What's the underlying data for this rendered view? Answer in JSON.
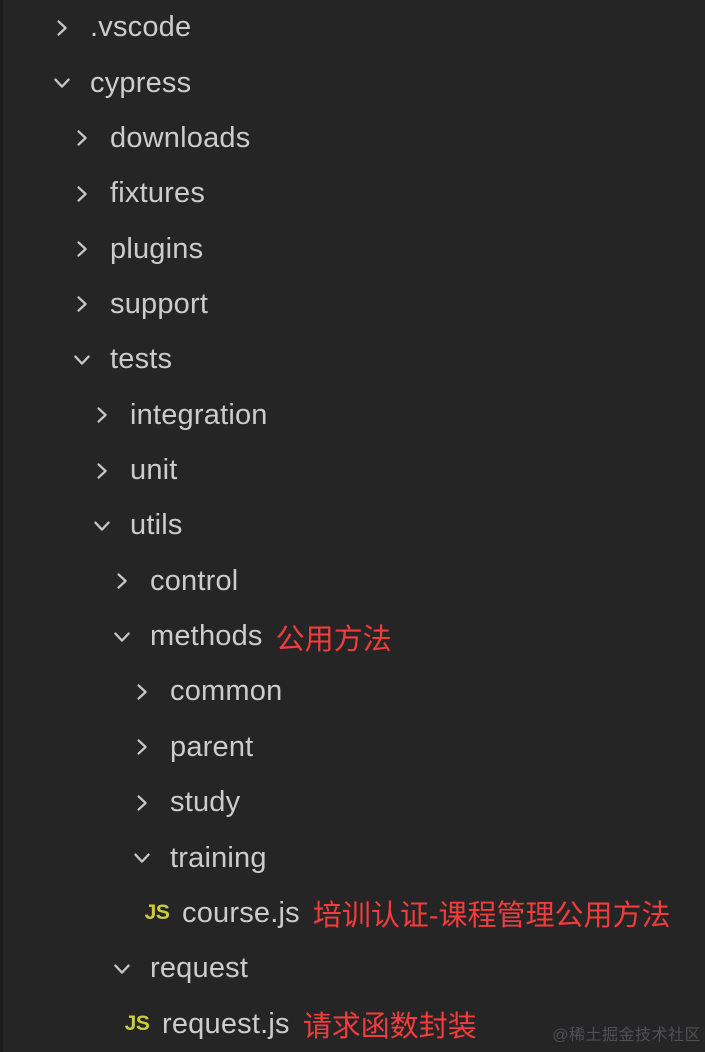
{
  "colors": {
    "background": "#252526",
    "edge_strip": "#1b1b1c",
    "item_text": "#cccccc",
    "chevron": "#c7c7c7",
    "annotation_red": "#f43c3c",
    "js_icon_yellow": "#cbcb41",
    "watermark": "#505156"
  },
  "icons": {
    "js_badge": "JS"
  },
  "tree": {
    "items": [
      {
        "label": ".vscode",
        "level": 0,
        "type": "folder",
        "expanded": false
      },
      {
        "label": "cypress",
        "level": 0,
        "type": "folder",
        "expanded": true
      },
      {
        "label": "downloads",
        "level": 1,
        "type": "folder",
        "expanded": false
      },
      {
        "label": "fixtures",
        "level": 1,
        "type": "folder",
        "expanded": false
      },
      {
        "label": "plugins",
        "level": 1,
        "type": "folder",
        "expanded": false
      },
      {
        "label": "support",
        "level": 1,
        "type": "folder",
        "expanded": false
      },
      {
        "label": "tests",
        "level": 1,
        "type": "folder",
        "expanded": true
      },
      {
        "label": "integration",
        "level": 2,
        "type": "folder",
        "expanded": false
      },
      {
        "label": "unit",
        "level": 2,
        "type": "folder",
        "expanded": false
      },
      {
        "label": "utils",
        "level": 2,
        "type": "folder",
        "expanded": true
      },
      {
        "label": "control",
        "level": 3,
        "type": "folder",
        "expanded": false
      },
      {
        "label": "methods",
        "level": 3,
        "type": "folder",
        "expanded": true,
        "annotation": "公用方法"
      },
      {
        "label": "common",
        "level": 4,
        "type": "folder",
        "expanded": false
      },
      {
        "label": "parent",
        "level": 4,
        "type": "folder",
        "expanded": false
      },
      {
        "label": "study",
        "level": 4,
        "type": "folder",
        "expanded": false
      },
      {
        "label": "training",
        "level": 4,
        "type": "folder",
        "expanded": true
      },
      {
        "label": "course.js",
        "level": 5,
        "type": "file-js",
        "annotation": "培训认证-课程管理公用方法"
      },
      {
        "label": "request",
        "level": 3,
        "type": "folder",
        "expanded": true
      },
      {
        "label": "request.js",
        "level": 4,
        "type": "file-js",
        "annotation": "请求函数封装"
      }
    ]
  },
  "watermark": "@稀土掘金技术社区"
}
